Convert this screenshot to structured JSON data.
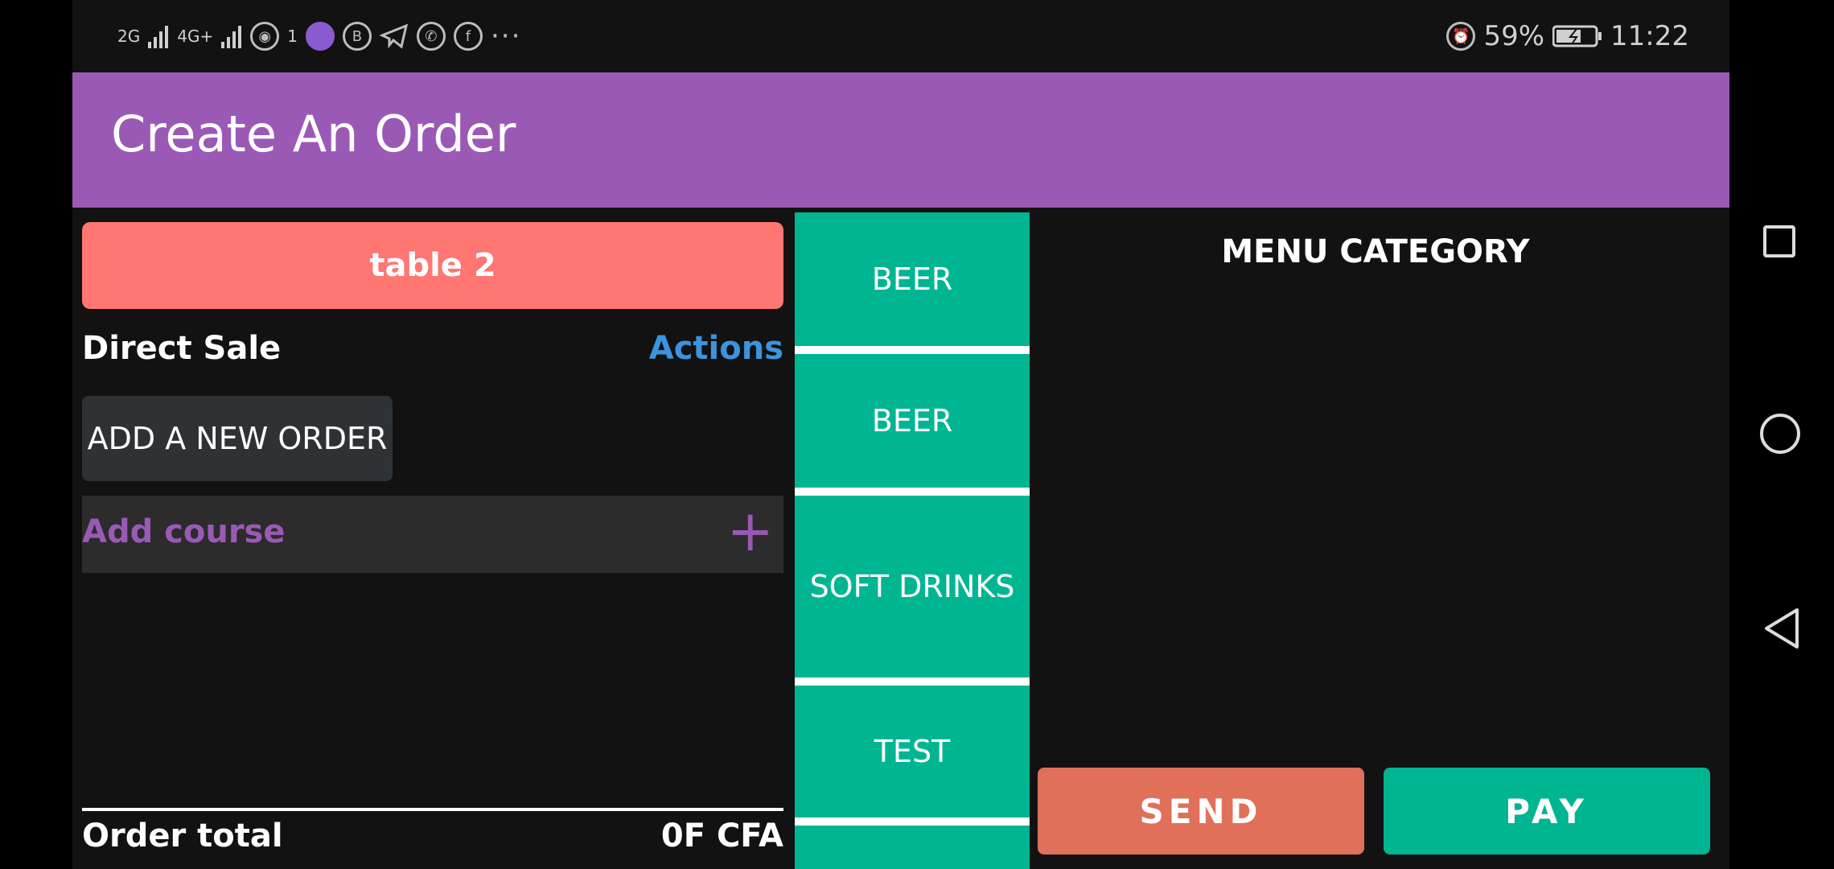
{
  "status_bar": {
    "signal_1": "2G",
    "signal_2": "4G+",
    "hotspot_count": "1",
    "more": "···",
    "battery": "59%",
    "time": "11:22",
    "icons": [
      "hotspot-icon",
      "app-icon",
      "business-whatsapp-icon",
      "telegram-icon",
      "whatsapp-icon",
      "facebook-icon",
      "alarm-icon",
      "battery-icon"
    ]
  },
  "app_bar": {
    "title": "Create An Order",
    "color": "#9b59b6"
  },
  "order_panel": {
    "table_label": "table 2",
    "direct_sale": "Direct Sale",
    "actions": "Actions",
    "add_order": "ADD A NEW ORDER",
    "add_course": "Add course",
    "plus": "+",
    "total_label": "Order total",
    "total_value": "0F CFA"
  },
  "categories": [
    {
      "label": "BEER"
    },
    {
      "label": "BEER"
    },
    {
      "label": "SOFT DRINKS"
    },
    {
      "label": "TEST"
    },
    {
      "label": ""
    }
  ],
  "menu_panel": {
    "title": "MENU CATEGORY",
    "send": "SEND",
    "pay": "PAY"
  },
  "colors": {
    "table_button": "#ff7672",
    "category": "#00b592",
    "send": "#e0705a",
    "pay": "#00b592",
    "actions_link": "#3d93dd"
  }
}
